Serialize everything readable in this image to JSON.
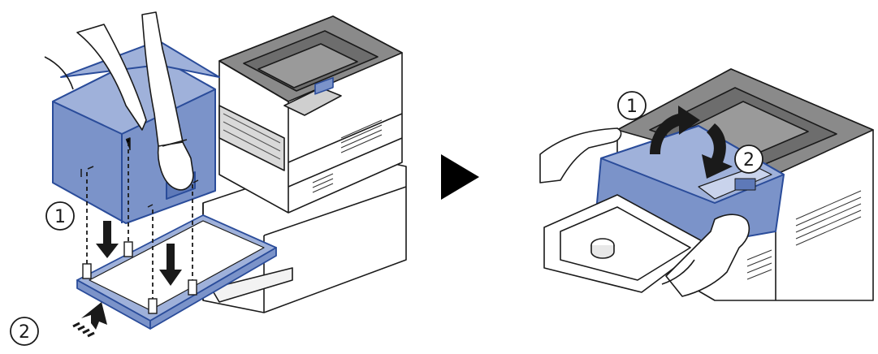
{
  "colors": {
    "blue_fill": "#7b93c9",
    "blue_fill_light": "#9fb1da",
    "blue_stroke": "#2a4c9a",
    "gray_top": "#8a8a8a",
    "outline": "#1a1a1a",
    "paper": "#ffffff"
  },
  "icons": {
    "next_arrow": "black-right-triangle-icon",
    "push_arrow": "push-direction-arrow-icon",
    "rotate_arrows": "curved-rotate-arrows-icon"
  },
  "left_panel": {
    "callout_1": "①",
    "callout_2": "②"
  },
  "right_panel": {
    "callout_1": "①",
    "callout_2": "②"
  }
}
